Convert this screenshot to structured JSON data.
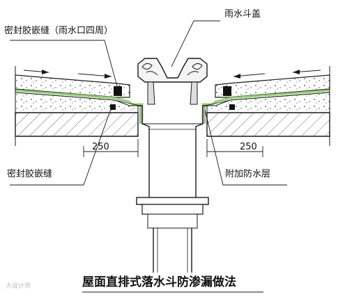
{
  "labels": {
    "sealant_around_drain": "密封胶嵌缝（雨水口四周）",
    "drain_cover": "雨水斗盖",
    "sealant_joint": "密封胶嵌缝",
    "extra_waterproof_layer": "附加防水层",
    "dim_left": "250",
    "dim_right": "250"
  },
  "title": "屋面直排式落水斗防渗漏做法",
  "watermark": "大设计师",
  "colors": {
    "line": "#1a1a1a",
    "membrane": "#8fd36b",
    "hatch": "#555555",
    "sealant": "#111111"
  }
}
